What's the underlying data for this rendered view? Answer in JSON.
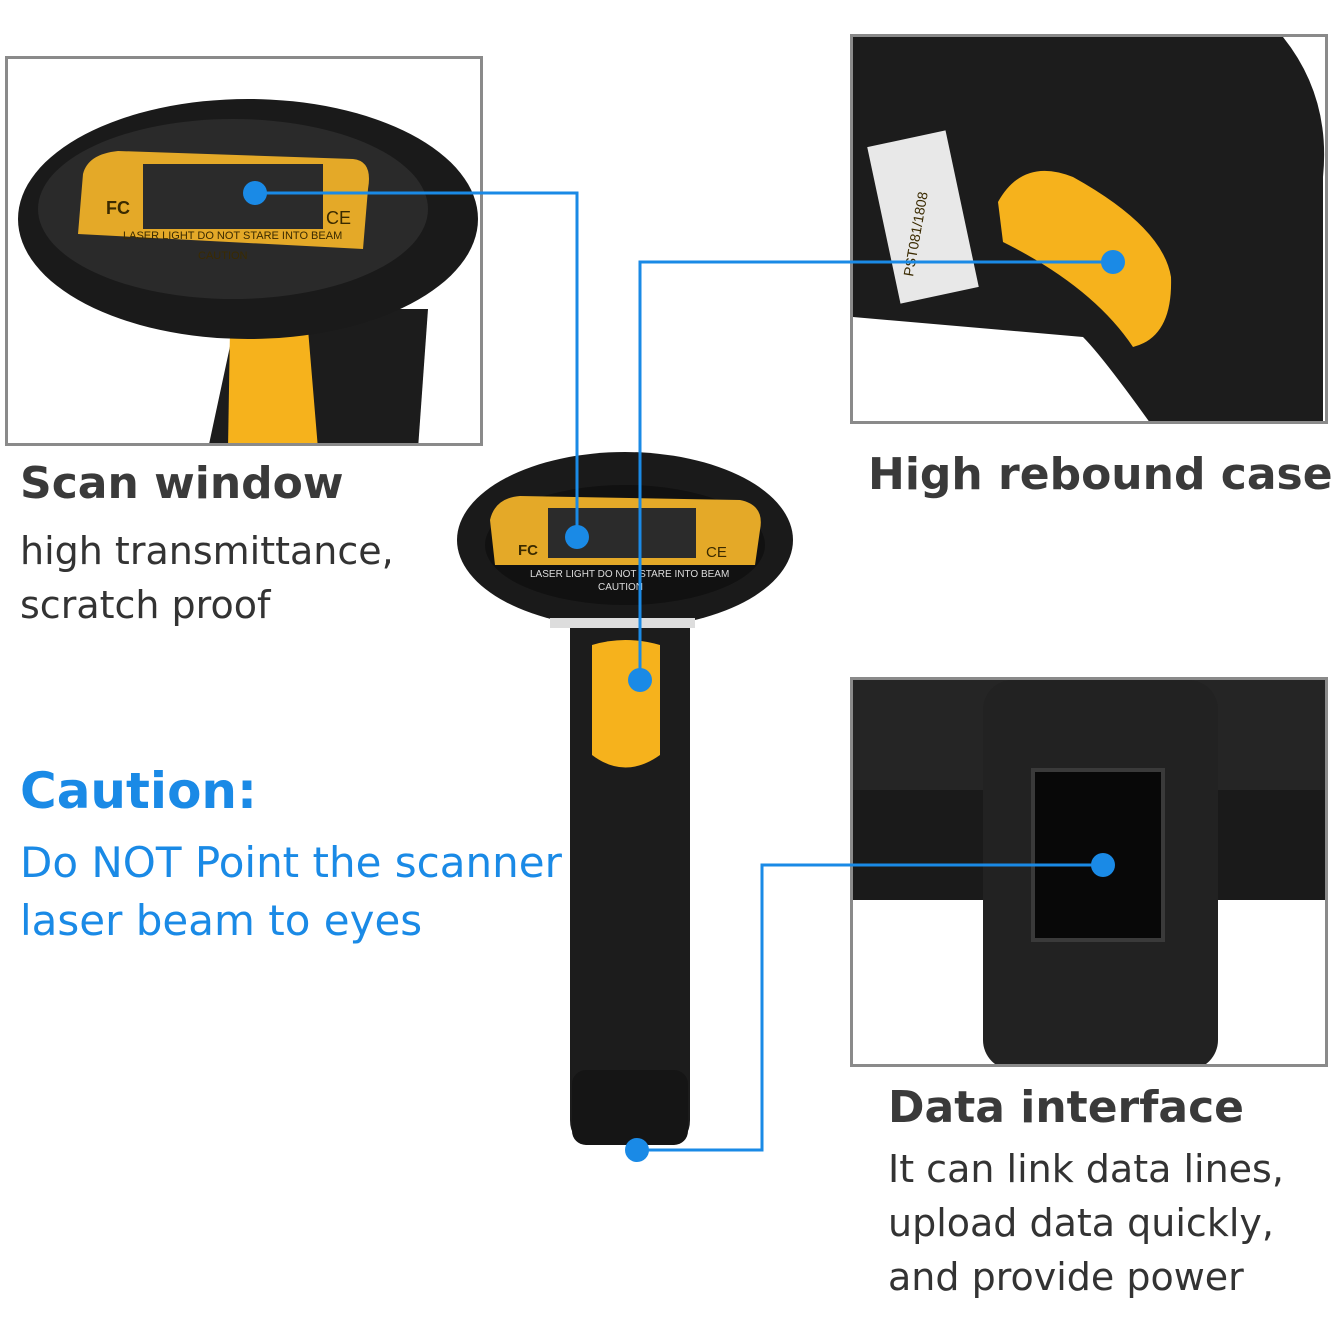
{
  "colors": {
    "accent": "#1a8ae6",
    "scanner_body": "#1c1c1c",
    "trigger": "#f6b21c",
    "border": "#8a8a8a"
  },
  "product_markings": {
    "fc": "FC",
    "ce": "CE",
    "warning": "LASER LIGHT DO NOT STARE INTO BEAM",
    "caution": "CAUTION",
    "serial": "PST081/1808"
  },
  "features": [
    {
      "title": "Scan window",
      "lines": [
        "high transmittance,",
        "scratch proof"
      ]
    },
    {
      "title": "High rebound case",
      "lines": []
    },
    {
      "title": "Data interface",
      "lines": [
        "It can link data lines,",
        "upload data quickly,",
        "and provide power"
      ]
    }
  ],
  "caution": {
    "title": "Caution:",
    "lines": [
      "Do NOT Point the scanner",
      "laser beam to eyes"
    ]
  }
}
